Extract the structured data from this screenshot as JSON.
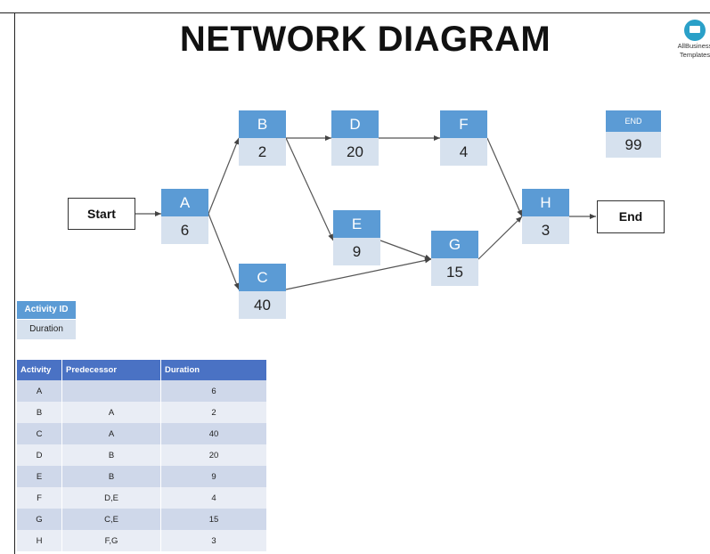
{
  "title": "NETWORK DIAGRAM",
  "logo": {
    "line1": "AllBusiness",
    "line2": "Templates"
  },
  "start_label": "Start",
  "end_label": "End",
  "nodes": {
    "A": {
      "id": "A",
      "duration": "6"
    },
    "B": {
      "id": "B",
      "duration": "2"
    },
    "C": {
      "id": "C",
      "duration": "40"
    },
    "D": {
      "id": "D",
      "duration": "20"
    },
    "E": {
      "id": "E",
      "duration": "9"
    },
    "F": {
      "id": "F",
      "duration": "4"
    },
    "G": {
      "id": "G",
      "duration": "15"
    },
    "H": {
      "id": "H",
      "duration": "3"
    },
    "END": {
      "id": "END",
      "duration": "99"
    }
  },
  "edges": [
    [
      "Start",
      "A"
    ],
    [
      "A",
      "B"
    ],
    [
      "A",
      "C"
    ],
    [
      "B",
      "D"
    ],
    [
      "B",
      "E"
    ],
    [
      "D",
      "F"
    ],
    [
      "C",
      "G"
    ],
    [
      "E",
      "G"
    ],
    [
      "F",
      "H"
    ],
    [
      "G",
      "H"
    ],
    [
      "H",
      "End"
    ]
  ],
  "legend": {
    "activity_id": "Activity ID",
    "duration": "Duration"
  },
  "table": {
    "headers": [
      "Activity",
      "Predecessor",
      "Duration"
    ],
    "rows": [
      [
        "A",
        "",
        "6"
      ],
      [
        "B",
        "A",
        "2"
      ],
      [
        "C",
        "A",
        "40"
      ],
      [
        "D",
        "B",
        "20"
      ],
      [
        "E",
        "B",
        "9"
      ],
      [
        "F",
        "D,E",
        "4"
      ],
      [
        "G",
        "C,E",
        "15"
      ],
      [
        "H",
        "F,G",
        "3"
      ]
    ]
  }
}
